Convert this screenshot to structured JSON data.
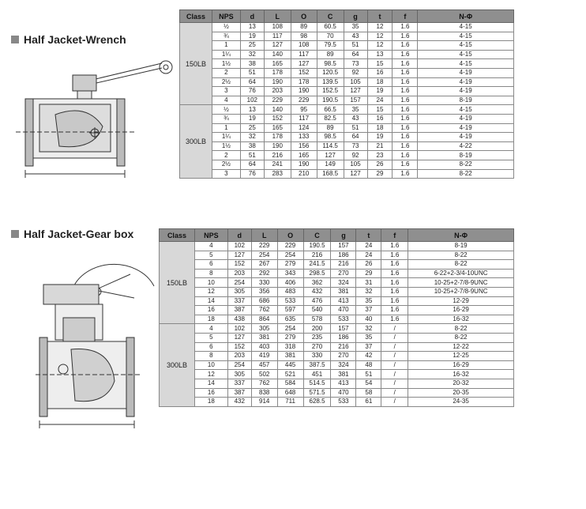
{
  "wrench": {
    "title": "Half Jacket-Wrench",
    "headers": [
      "Class",
      "NPS",
      "d",
      "L",
      "O",
      "C",
      "g",
      "t",
      "f",
      "N-Φ"
    ],
    "groups": [
      {
        "class": "150LB",
        "rows": [
          [
            "½",
            "13",
            "108",
            "89",
            "60.5",
            "35",
            "12",
            "1.6",
            "4-15"
          ],
          [
            "¾",
            "19",
            "117",
            "98",
            "70",
            "43",
            "12",
            "1.6",
            "4-15"
          ],
          [
            "1",
            "25",
            "127",
            "108",
            "79.5",
            "51",
            "12",
            "1.6",
            "4-15"
          ],
          [
            "1¼",
            "32",
            "140",
            "117",
            "89",
            "64",
            "13",
            "1.6",
            "4-15"
          ],
          [
            "1½",
            "38",
            "165",
            "127",
            "98.5",
            "73",
            "15",
            "1.6",
            "4-15"
          ],
          [
            "2",
            "51",
            "178",
            "152",
            "120.5",
            "92",
            "16",
            "1.6",
            "4-19"
          ],
          [
            "2½",
            "64",
            "190",
            "178",
            "139.5",
            "105",
            "18",
            "1.6",
            "4-19"
          ],
          [
            "3",
            "76",
            "203",
            "190",
            "152.5",
            "127",
            "19",
            "1.6",
            "4-19"
          ],
          [
            "4",
            "102",
            "229",
            "229",
            "190.5",
            "157",
            "24",
            "1.6",
            "8-19"
          ]
        ]
      },
      {
        "class": "300LB",
        "rows": [
          [
            "½",
            "13",
            "140",
            "95",
            "66.5",
            "35",
            "15",
            "1.6",
            "4-15"
          ],
          [
            "¾",
            "19",
            "152",
            "117",
            "82.5",
            "43",
            "16",
            "1.6",
            "4-19"
          ],
          [
            "1",
            "25",
            "165",
            "124",
            "89",
            "51",
            "18",
            "1.6",
            "4-19"
          ],
          [
            "1¼",
            "32",
            "178",
            "133",
            "98.5",
            "64",
            "19",
            "1.6",
            "4-19"
          ],
          [
            "1½",
            "38",
            "190",
            "156",
            "114.5",
            "73",
            "21",
            "1.6",
            "4-22"
          ],
          [
            "2",
            "51",
            "216",
            "165",
            "127",
            "92",
            "23",
            "1.6",
            "8-19"
          ],
          [
            "2½",
            "64",
            "241",
            "190",
            "149",
            "105",
            "26",
            "1.6",
            "8-22"
          ],
          [
            "3",
            "76",
            "283",
            "210",
            "168.5",
            "127",
            "29",
            "1.6",
            "8-22"
          ]
        ]
      }
    ]
  },
  "gearbox": {
    "title": "Half Jacket-Gear box",
    "headers": [
      "Class",
      "NPS",
      "d",
      "L",
      "O",
      "C",
      "g",
      "t",
      "f",
      "N-Φ"
    ],
    "groups": [
      {
        "class": "150LB",
        "rows": [
          [
            "4",
            "102",
            "229",
            "229",
            "190.5",
            "157",
            "24",
            "1.6",
            "8-19"
          ],
          [
            "5",
            "127",
            "254",
            "254",
            "216",
            "186",
            "24",
            "1.6",
            "8-22"
          ],
          [
            "6",
            "152",
            "267",
            "279",
            "241.5",
            "216",
            "26",
            "1.6",
            "8-22"
          ],
          [
            "8",
            "203",
            "292",
            "343",
            "298.5",
            "270",
            "29",
            "1.6",
            "6-22+2-3/4-10UNC"
          ],
          [
            "10",
            "254",
            "330",
            "406",
            "362",
            "324",
            "31",
            "1.6",
            "10-25+2-7/8-9UNC"
          ],
          [
            "12",
            "305",
            "356",
            "483",
            "432",
            "381",
            "32",
            "1.6",
            "10-25+2-7/8-9UNC"
          ],
          [
            "14",
            "337",
            "686",
            "533",
            "476",
            "413",
            "35",
            "1.6",
            "12-29"
          ],
          [
            "16",
            "387",
            "762",
            "597",
            "540",
            "470",
            "37",
            "1.6",
            "16-29"
          ],
          [
            "18",
            "438",
            "864",
            "635",
            "578",
            "533",
            "40",
            "1.6",
            "16-32"
          ]
        ]
      },
      {
        "class": "300LB",
        "rows": [
          [
            "4",
            "102",
            "305",
            "254",
            "200",
            "157",
            "32",
            "/",
            "8-22"
          ],
          [
            "5",
            "127",
            "381",
            "279",
            "235",
            "186",
            "35",
            "/",
            "8-22"
          ],
          [
            "6",
            "152",
            "403",
            "318",
            "270",
            "216",
            "37",
            "/",
            "12-22"
          ],
          [
            "8",
            "203",
            "419",
            "381",
            "330",
            "270",
            "42",
            "/",
            "12-25"
          ],
          [
            "10",
            "254",
            "457",
            "445",
            "387.5",
            "324",
            "48",
            "/",
            "16-29"
          ],
          [
            "12",
            "305",
            "502",
            "521",
            "451",
            "381",
            "51",
            "/",
            "16-32"
          ],
          [
            "14",
            "337",
            "762",
            "584",
            "514.5",
            "413",
            "54",
            "/",
            "20-32"
          ],
          [
            "16",
            "387",
            "838",
            "648",
            "571.5",
            "470",
            "58",
            "/",
            "20-35"
          ],
          [
            "18",
            "432",
            "914",
            "711",
            "628.5",
            "533",
            "61",
            "/",
            "24-35"
          ]
        ]
      }
    ]
  }
}
